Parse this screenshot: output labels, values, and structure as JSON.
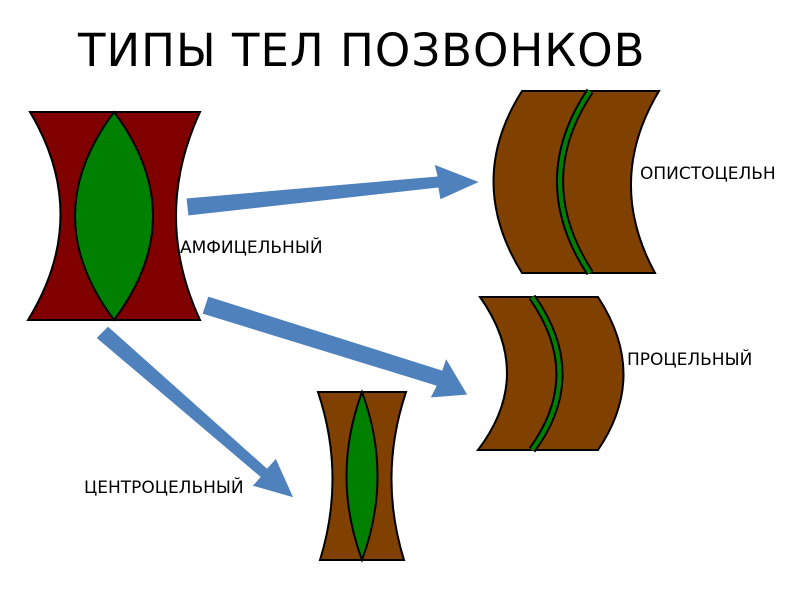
{
  "title": "ТИПЫ ТЕЛ ПОЗВОНКОВ",
  "labels": {
    "amphicoelous": "АМФИЦЕЛЬНЫЙ",
    "opisthocoelous": "ОПИСТОЦЕЛЬН",
    "procoelous": "ПРОЦЕЛЬНЫЙ",
    "centrocoelous": "ЦЕНТРОЦЕЛЬНЫЙ"
  },
  "colors": {
    "amphicoelous_body": "#800000",
    "vertebra_body": "#7f4000",
    "notochord": "#008000",
    "arrow": "#4f81bd",
    "outline": "#000000"
  }
}
